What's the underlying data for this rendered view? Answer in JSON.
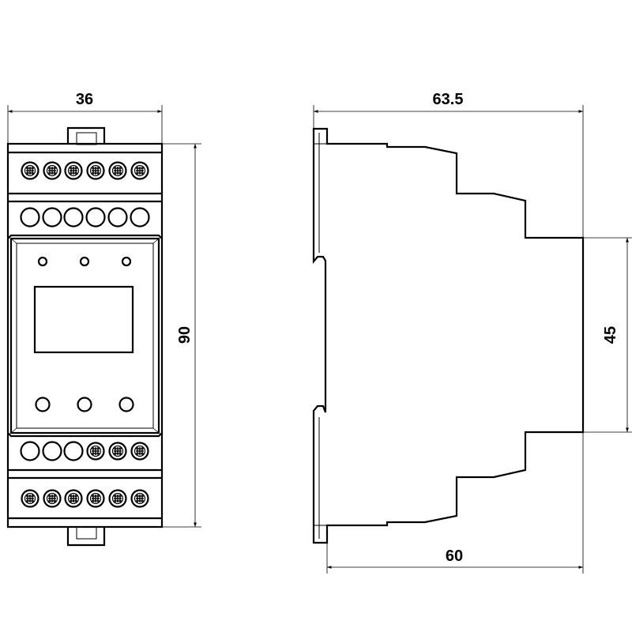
{
  "dimensions": {
    "front_width": "36",
    "front_height": "90",
    "side_depth_top": "63.5",
    "side_depth_bottom": "60",
    "side_front_height": "45"
  },
  "front_view": {
    "top_screw_terminals": 6,
    "top_terminal_holes": 6,
    "bottom_terminal_holes": 3,
    "bottom_screw_terminals_row1": 3,
    "bottom_screw_terminals_row2": 6,
    "top_leds": 3,
    "bottom_buttons": 3
  }
}
